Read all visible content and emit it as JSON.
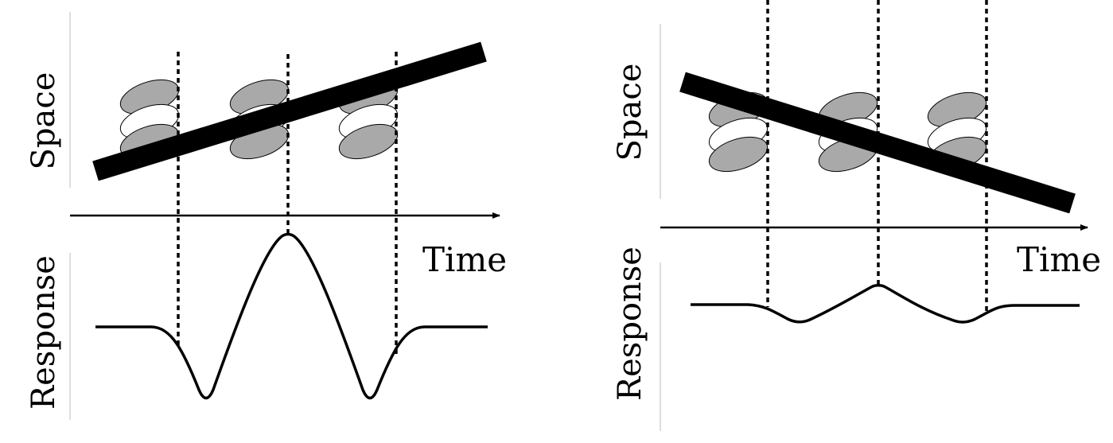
{
  "panels": [
    {
      "id": "left",
      "space_label": "Space",
      "response_label": "Response",
      "time_label": "Time"
    },
    {
      "id": "right",
      "space_label": "Space",
      "response_label": "Response",
      "time_label": "Time"
    }
  ],
  "colors": {
    "ink": "#000000",
    "lobe_fill": "#a9a9a9",
    "background": "#ffffff"
  }
}
